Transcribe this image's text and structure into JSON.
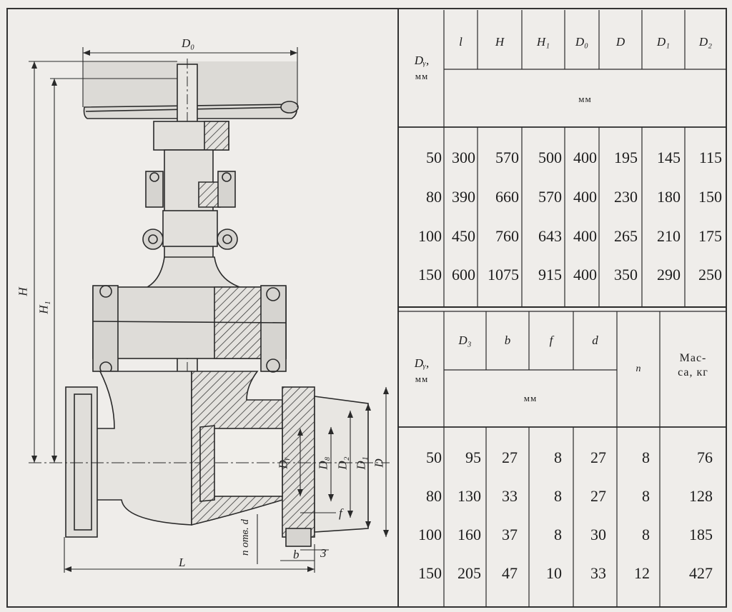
{
  "drawing_labels": {
    "D0": "D₀",
    "H": "H",
    "H1": "H₁",
    "L": "L",
    "Dy": "Dᵧ",
    "D8": "D₈",
    "D2": "D₂",
    "D1": "D₁",
    "D": "D",
    "f": "f",
    "b": "b",
    "three": "3",
    "notv_d": "n отв. d"
  },
  "table1": {
    "dy_header": "Dᵧ,",
    "dy_unit": "мм",
    "headers": [
      "l",
      "H",
      "H₁",
      "D₀",
      "D",
      "D₁",
      "D₂"
    ],
    "unit_row": "мм",
    "rows": [
      [
        "50",
        "300",
        "570",
        "500",
        "400",
        "195",
        "145",
        "115"
      ],
      [
        "80",
        "390",
        "660",
        "570",
        "400",
        "230",
        "180",
        "150"
      ],
      [
        "100",
        "450",
        "760",
        "643",
        "400",
        "265",
        "210",
        "175"
      ],
      [
        "150",
        "600",
        "1075",
        "915",
        "400",
        "350",
        "290",
        "250"
      ]
    ]
  },
  "table2": {
    "dy_header": "Dᵧ,",
    "dy_unit": "мм",
    "headers": [
      "D₃",
      "b",
      "f",
      "d"
    ],
    "n_header": "n",
    "mass_header_line1": "Мас-",
    "mass_header_line2": "са, кг",
    "unit_row": "мм",
    "rows": [
      [
        "50",
        "95",
        "27",
        "8",
        "27",
        "8",
        "76"
      ],
      [
        "80",
        "130",
        "33",
        "8",
        "27",
        "8",
        "128"
      ],
      [
        "100",
        "160",
        "37",
        "8",
        "30",
        "8",
        "185"
      ],
      [
        "150",
        "205",
        "47",
        "10",
        "33",
        "12",
        "427"
      ]
    ]
  }
}
